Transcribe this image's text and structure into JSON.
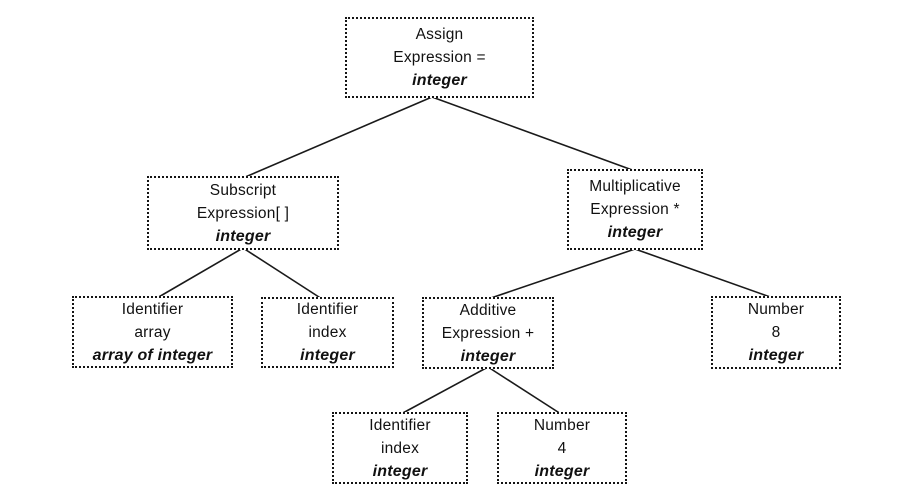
{
  "diagram": {
    "kind": "parse-tree",
    "colors": {
      "background": "#ffffff",
      "node_border": "#141414",
      "edge_line": "#1a1a1a",
      "text": "#111111"
    },
    "nodes": [
      {
        "id": "assign",
        "lines": [
          "Assign",
          "Expression =",
          "integer"
        ]
      },
      {
        "id": "subscript",
        "lines": [
          "Subscript",
          "Expression[ ]",
          "integer"
        ]
      },
      {
        "id": "multiplicative",
        "lines": [
          "Multiplicative",
          "Expression *",
          "integer"
        ]
      },
      {
        "id": "identifier-array",
        "lines": [
          "Identifier",
          "array",
          "array of integer"
        ]
      },
      {
        "id": "identifier-index",
        "lines": [
          "Identifier",
          "index",
          "integer"
        ]
      },
      {
        "id": "additive",
        "lines": [
          "Additive",
          "Expression +",
          "integer"
        ]
      },
      {
        "id": "number-8",
        "lines": [
          "Number",
          "8",
          "integer"
        ]
      },
      {
        "id": "identifier-index-2",
        "lines": [
          "Identifier",
          "index",
          "integer"
        ]
      },
      {
        "id": "number-4",
        "lines": [
          "Number",
          "4",
          "integer"
        ]
      }
    ],
    "edges": [
      {
        "from": "assign",
        "to": "subscript"
      },
      {
        "from": "assign",
        "to": "multiplicative"
      },
      {
        "from": "subscript",
        "to": "identifier-array"
      },
      {
        "from": "subscript",
        "to": "identifier-index"
      },
      {
        "from": "multiplicative",
        "to": "additive"
      },
      {
        "from": "multiplicative",
        "to": "number-8"
      },
      {
        "from": "additive",
        "to": "identifier-index-2"
      },
      {
        "from": "additive",
        "to": "number-4"
      }
    ]
  }
}
